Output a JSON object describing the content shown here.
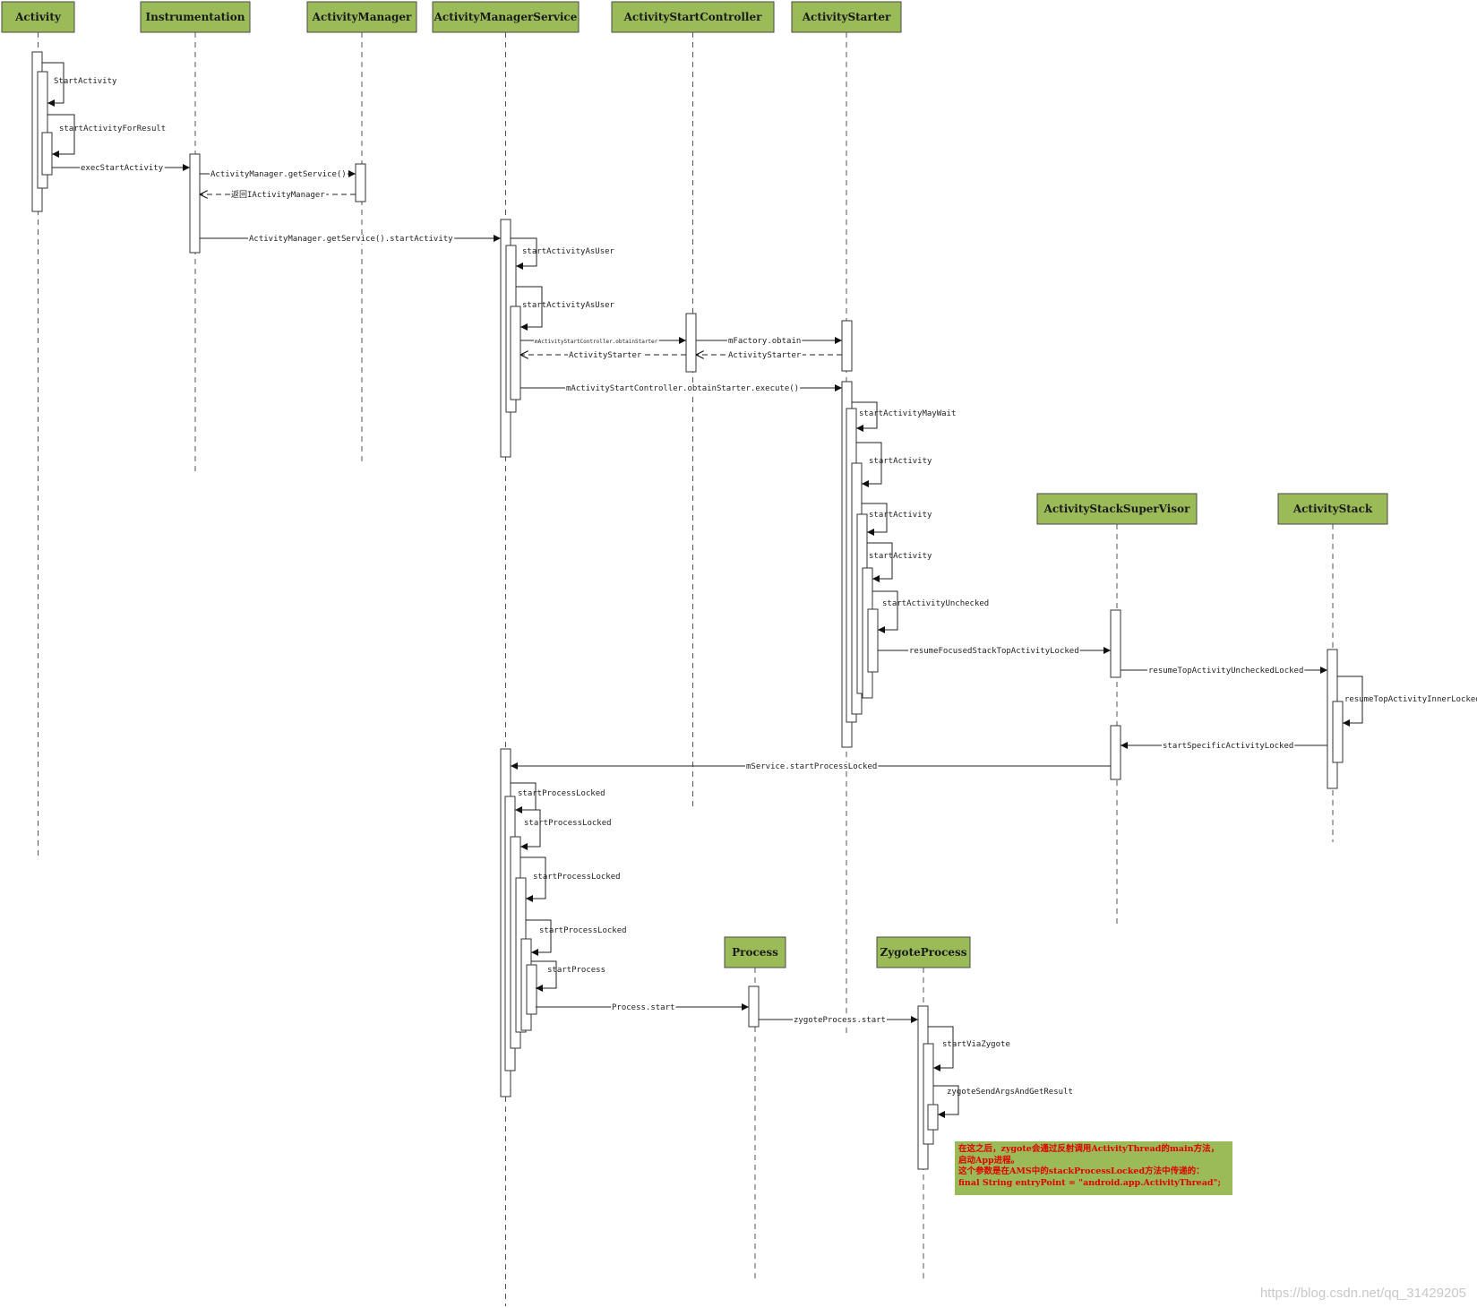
{
  "participants": [
    {
      "id": "activity",
      "label": "Activity"
    },
    {
      "id": "instrumentation",
      "label": "Instrumentation"
    },
    {
      "id": "activitymanager",
      "label": "ActivityManager"
    },
    {
      "id": "ams",
      "label": "ActivityManagerService"
    },
    {
      "id": "asc",
      "label": "ActivityStartController"
    },
    {
      "id": "starter",
      "label": "ActivityStarter"
    },
    {
      "id": "supervisor",
      "label": "ActivityStackSuperVisor"
    },
    {
      "id": "stack",
      "label": "ActivityStack"
    },
    {
      "id": "process",
      "label": "Process"
    },
    {
      "id": "zygote",
      "label": "ZygoteProcess"
    }
  ],
  "messages": [
    {
      "kind": "self",
      "from": "activity",
      "label": "StartActivity"
    },
    {
      "kind": "self",
      "from": "activity",
      "label": "startActivityForResult"
    },
    {
      "kind": "call",
      "from": "activity",
      "to": "instrumentation",
      "label": "execStartActivity"
    },
    {
      "kind": "call",
      "from": "instrumentation",
      "to": "activitymanager",
      "label": "ActivityManager.getService()"
    },
    {
      "kind": "return",
      "from": "activitymanager",
      "to": "instrumentation",
      "label": "返回IActivityManager"
    },
    {
      "kind": "call",
      "from": "instrumentation",
      "to": "ams",
      "label": "ActivityManager.getService().startActivity"
    },
    {
      "kind": "self",
      "from": "ams",
      "label": "startActivityAsUser"
    },
    {
      "kind": "self",
      "from": "ams",
      "label": "startActivityAsUser"
    },
    {
      "kind": "call",
      "from": "ams",
      "to": "asc",
      "label": "mActivityStartController.obtainStarter"
    },
    {
      "kind": "call",
      "from": "asc",
      "to": "starter",
      "label": "mFactory.obtain"
    },
    {
      "kind": "return",
      "from": "starter",
      "to": "asc",
      "label": "ActivityStarter"
    },
    {
      "kind": "return",
      "from": "asc",
      "to": "ams",
      "label": "ActivityStarter"
    },
    {
      "kind": "call",
      "from": "ams",
      "to": "starter",
      "label": "mActivityStartController.obtainStarter.execute()"
    },
    {
      "kind": "self",
      "from": "starter",
      "label": "startActivityMayWait"
    },
    {
      "kind": "self",
      "from": "starter",
      "label": "startActivity"
    },
    {
      "kind": "self",
      "from": "starter",
      "label": "startActivity"
    },
    {
      "kind": "self",
      "from": "starter",
      "label": "startActivity"
    },
    {
      "kind": "self",
      "from": "starter",
      "label": "startActivityUnchecked"
    },
    {
      "kind": "call",
      "from": "starter",
      "to": "supervisor",
      "label": "resumeFocusedStackTopActivityLocked"
    },
    {
      "kind": "call",
      "from": "supervisor",
      "to": "stack",
      "label": "resumeTopActivityUncheckedLocked"
    },
    {
      "kind": "self",
      "from": "stack",
      "label": "resumeTopActivityInnerLocked"
    },
    {
      "kind": "call",
      "from": "stack",
      "to": "supervisor",
      "label": "startSpecificActivityLocked"
    },
    {
      "kind": "call",
      "from": "supervisor",
      "to": "ams",
      "label": "mService.startProcessLocked"
    },
    {
      "kind": "self",
      "from": "ams",
      "label": "startProcessLocked"
    },
    {
      "kind": "self",
      "from": "ams",
      "label": "startProcessLocked"
    },
    {
      "kind": "self",
      "from": "ams",
      "label": "startProcessLocked"
    },
    {
      "kind": "self",
      "from": "ams",
      "label": "startProcessLocked"
    },
    {
      "kind": "self",
      "from": "ams",
      "label": "startProcess"
    },
    {
      "kind": "call",
      "from": "ams",
      "to": "process",
      "label": "Process.start"
    },
    {
      "kind": "call",
      "from": "process",
      "to": "zygote",
      "label": "zygoteProcess.start"
    },
    {
      "kind": "self",
      "from": "zygote",
      "label": "startViaZygote"
    },
    {
      "kind": "self",
      "from": "zygote",
      "label": "zygoteSendArgsAndGetResult"
    }
  ],
  "note": {
    "lines": [
      "在这之后，zygote会通过反射调用ActivityThread的main方法，",
      "启动App进程。",
      "这个参数是在AMS中的stackProcessLocked方法中传递的：",
      "final String entryPoint = \"android.app.ActivityThread\";"
    ]
  },
  "watermark": "https://blog.csdn.net/qq_31429205"
}
